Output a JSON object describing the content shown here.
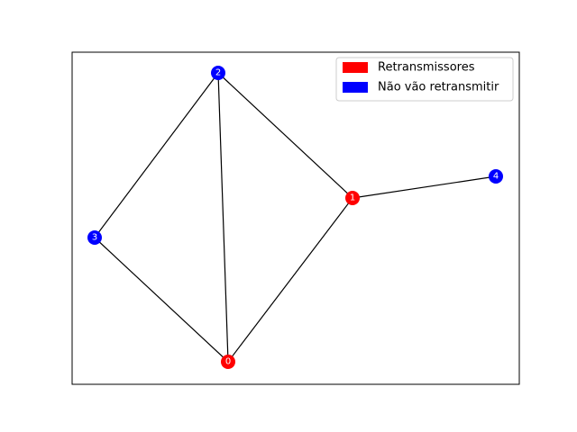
{
  "graph": {
    "nodes": [
      {
        "id": "0",
        "label": "0",
        "group": "relay"
      },
      {
        "id": "1",
        "label": "1",
        "group": "relay"
      },
      {
        "id": "2",
        "label": "2",
        "group": "non_relay"
      },
      {
        "id": "3",
        "label": "3",
        "group": "non_relay"
      },
      {
        "id": "4",
        "label": "4",
        "group": "non_relay"
      }
    ],
    "edges": [
      {
        "source": "2",
        "target": "3"
      },
      {
        "source": "2",
        "target": "0"
      },
      {
        "source": "2",
        "target": "1"
      },
      {
        "source": "3",
        "target": "0"
      },
      {
        "source": "0",
        "target": "1"
      },
      {
        "source": "1",
        "target": "4"
      }
    ]
  },
  "legend": {
    "items": [
      {
        "label": "Retransmissores",
        "color": "#ff0000"
      },
      {
        "label": "Não vão retransmitir",
        "color": "#0000ff"
      }
    ]
  },
  "colors": {
    "relay": "#ff0000",
    "non_relay": "#0000ff",
    "edge": "#000000",
    "frame": "#000000",
    "node_label": "#ffffff"
  }
}
